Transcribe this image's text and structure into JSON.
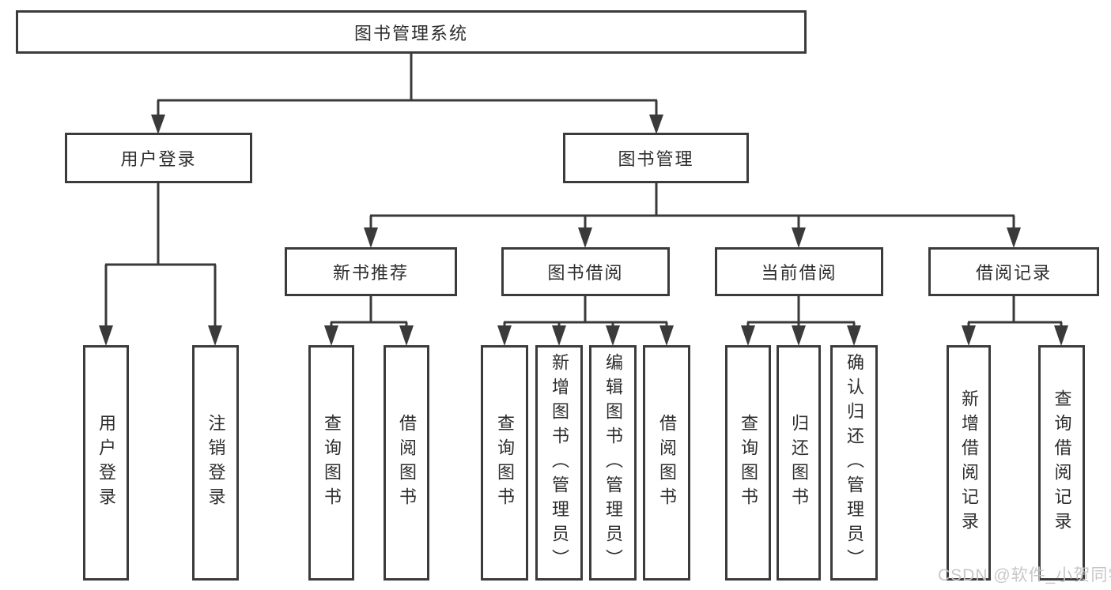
{
  "diagram": {
    "root": {
      "label": "图书管理系统"
    },
    "level2": [
      {
        "label": "用户登录"
      },
      {
        "label": "图书管理"
      }
    ],
    "level3": [
      {
        "label": "新书推荐",
        "parent": "图书管理"
      },
      {
        "label": "图书借阅",
        "parent": "图书管理"
      },
      {
        "label": "当前借阅",
        "parent": "图书管理"
      },
      {
        "label": "借阅记录",
        "parent": "图书管理"
      }
    ],
    "leaves": [
      {
        "label": "用户登录",
        "parent": "用户登录"
      },
      {
        "label": "注销登录",
        "parent": "用户登录"
      },
      {
        "label": "查询图书",
        "parent": "新书推荐"
      },
      {
        "label": "借阅图书",
        "parent": "新书推荐"
      },
      {
        "label": "查询图书",
        "parent": "图书借阅"
      },
      {
        "label": "新增图书（管理员）",
        "parent": "图书借阅"
      },
      {
        "label": "编辑图书（管理员）",
        "parent": "图书借阅"
      },
      {
        "label": "借阅图书",
        "parent": "图书借阅"
      },
      {
        "label": "查询图书",
        "parent": "当前借阅"
      },
      {
        "label": "归还图书",
        "parent": "当前借阅"
      },
      {
        "label": "确认归还（管理员）",
        "parent": "当前借阅"
      },
      {
        "label": "新增借阅记录",
        "parent": "借阅记录"
      },
      {
        "label": "查询借阅记录",
        "parent": "借阅记录"
      }
    ]
  },
  "watermark": {
    "text": "CSDN @软件_小贺同学",
    "color": "#c8c4c4"
  },
  "colors": {
    "line": "#3a3a3a",
    "box_border": "#3b3b3b",
    "box_fill": "#ffffff",
    "text": "#2d2d2d",
    "background": "#ffffff"
  }
}
